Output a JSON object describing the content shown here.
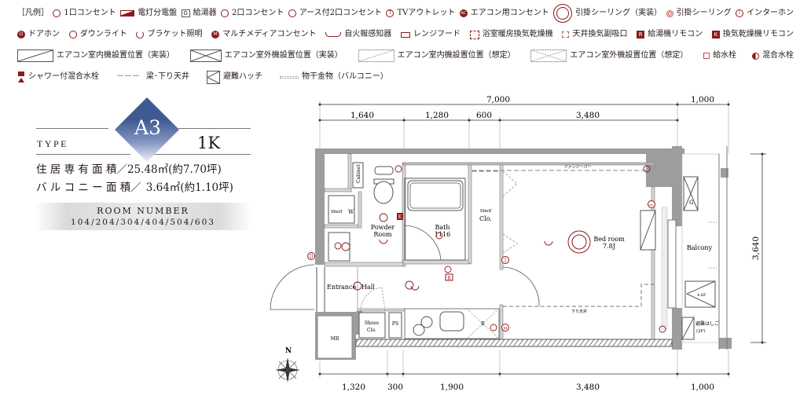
{
  "legend": {
    "title": "［凡例］",
    "items": [
      {
        "icon": "outlet-1-icon",
        "label": "1口コンセント"
      },
      {
        "icon": "distribution-board-icon",
        "label": "電灯分電盤"
      },
      {
        "icon": "water-heater-icon",
        "glyph": "G",
        "label": "給湯器"
      },
      {
        "icon": "outlet-2-icon",
        "glyph": "2",
        "label": "2口コンセント"
      },
      {
        "icon": "outlet-2-earth-icon",
        "glyph": "2E",
        "label": "アース付2口コンセント"
      },
      {
        "icon": "tv-outlet-icon",
        "glyph": "T",
        "label": "TVアウトレット"
      },
      {
        "icon": "ac-outlet-icon",
        "glyph": "AC",
        "label": "エアコン用コンセント"
      },
      {
        "icon": "ceiling-hook-installed-icon",
        "label": "引掛シーリング（実装）"
      },
      {
        "icon": "ceiling-hook-icon",
        "label": "引掛シーリング"
      },
      {
        "icon": "intercom-icon",
        "glyph": "I",
        "label": "インターホン"
      },
      {
        "icon": "door-phone-icon",
        "glyph": "D",
        "label": "ドアホン"
      },
      {
        "icon": "downlight-icon",
        "label": "ダウンライト"
      },
      {
        "icon": "bracket-light-icon",
        "label": "ブラケット照明"
      },
      {
        "icon": "multimedia-outlet-icon",
        "glyph": "M",
        "label": "マルチメディアコンセント"
      },
      {
        "icon": "fire-detector-icon",
        "label": "自火報感知器"
      },
      {
        "icon": "range-hood-icon",
        "label": "レンジフード"
      },
      {
        "icon": "bathroom-dryer-icon",
        "label": "浴室暖房換気乾燥機"
      },
      {
        "icon": "ceiling-vent-icon",
        "label": "天井換気副吸口"
      },
      {
        "icon": "water-heater-remote-icon",
        "glyph": "R",
        "label": "給湯機リモコン"
      },
      {
        "icon": "dryer-remote-icon",
        "glyph": "K",
        "label": "換気乾燥機リモコン"
      },
      {
        "icon": "ac-indoor-installed-icon",
        "label": "エアコン室内機設置位置（実装）"
      },
      {
        "icon": "ac-outdoor-installed-icon",
        "label": "エアコン室外機設置位置（実装）"
      },
      {
        "icon": "ac-indoor-planned-icon",
        "label": "エアコン室内機設置位置（想定）"
      },
      {
        "icon": "ac-outdoor-planned-icon",
        "label": "エアコン室外機設置位置（想定）"
      },
      {
        "icon": "faucet-icon",
        "label": "給水栓"
      },
      {
        "icon": "mixing-faucet-icon",
        "label": "混合水栓"
      },
      {
        "icon": "shower-faucet-icon",
        "label": "シャワー付混合水栓"
      },
      {
        "icon": "beam-line-icon",
        "glyph": "－－－",
        "label": "梁･下り天井"
      },
      {
        "icon": "escape-hatch-icon",
        "label": "避難ハッチ"
      },
      {
        "icon": "clothes-pole-icon",
        "label": "物干金物（バルコニー）"
      }
    ]
  },
  "type_box": {
    "type_label": "TYPE",
    "type_code": "A3",
    "layout": "1K",
    "living_area_label": "住 居 専 有 面 積／",
    "living_area_value": "25.48㎡(約7.70坪)",
    "balcony_area_label": "バ ル コ ニ ー 面 積／",
    "balcony_area_value": "3.64㎡(約1.10坪)",
    "room_number_label": "ROOM NUMBER",
    "room_numbers": "104/204/304/404/504/603"
  },
  "dimensions": {
    "top_total": "7,000",
    "top_balcony": "1,000",
    "top_parts": [
      "1,640",
      "1,280",
      "600",
      "3,480"
    ],
    "bottom_parts": [
      "1,320",
      "300",
      "1,900",
      "3,480",
      "1,000"
    ],
    "right": "3,640"
  },
  "rooms": {
    "cabinet": "Cabinet",
    "shelf": "Shelf",
    "washer": "W",
    "powder_room": [
      "Powder",
      "Room"
    ],
    "bath": [
      "Bath",
      "1116"
    ],
    "closet": [
      "Shelf",
      "Clo."
    ],
    "bedroom": [
      "Bed room",
      "7.8J"
    ],
    "fan_heater": "ファンジーパー",
    "lowered_ceiling": "下り天井",
    "balcony": "Balcony",
    "entrance": "Entrance",
    "hall": "Hall",
    "shoes": [
      "Shoes",
      "Clo."
    ],
    "ps": "PS",
    "mb": "MB",
    "refrigerator": "R",
    "outdoor_unit": "4.6F",
    "escape_ladder": [
      "避難はしご",
      "(2F)"
    ],
    "compass": "N"
  },
  "colors": {
    "accent": "#8b1a1a",
    "wall": "#9d9d9d",
    "type_badge": "#3f5a92"
  }
}
